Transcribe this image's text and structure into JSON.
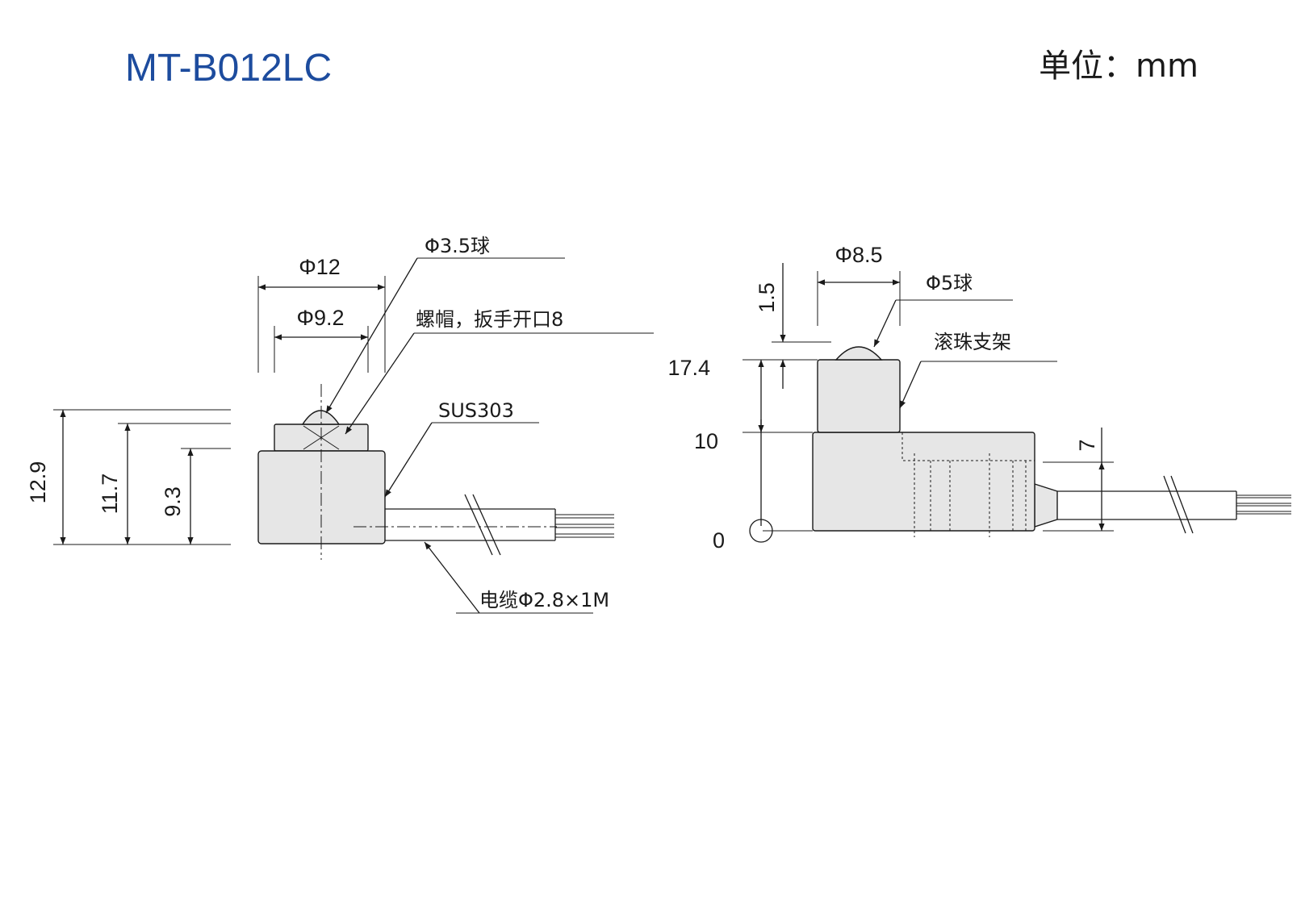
{
  "title": "MT-B012LC",
  "unit": "单位：mm",
  "colors": {
    "title": "#1d4c9e",
    "body_fill": "#e6e6e6",
    "ink": "#1a1a1a"
  },
  "front_view": {
    "dims": {
      "outer_dia": "Φ12",
      "nut_dia": "Φ9.2",
      "h_total": "12.9",
      "h_nut": "11.7",
      "h_body": "9.3"
    },
    "labels": {
      "ball": "Φ3.5球",
      "nut": "螺帽，扳手开口8",
      "material": "SUS303",
      "cable": "电缆Φ2.8×1M"
    }
  },
  "side_view": {
    "dims": {
      "width": "Φ8.5",
      "travel": "1.5",
      "cable_h": "7"
    },
    "levels": {
      "top": "17.4",
      "mid": "10",
      "zero": "0"
    },
    "labels": {
      "ball": "Φ5球",
      "holder": "滚珠支架"
    }
  }
}
